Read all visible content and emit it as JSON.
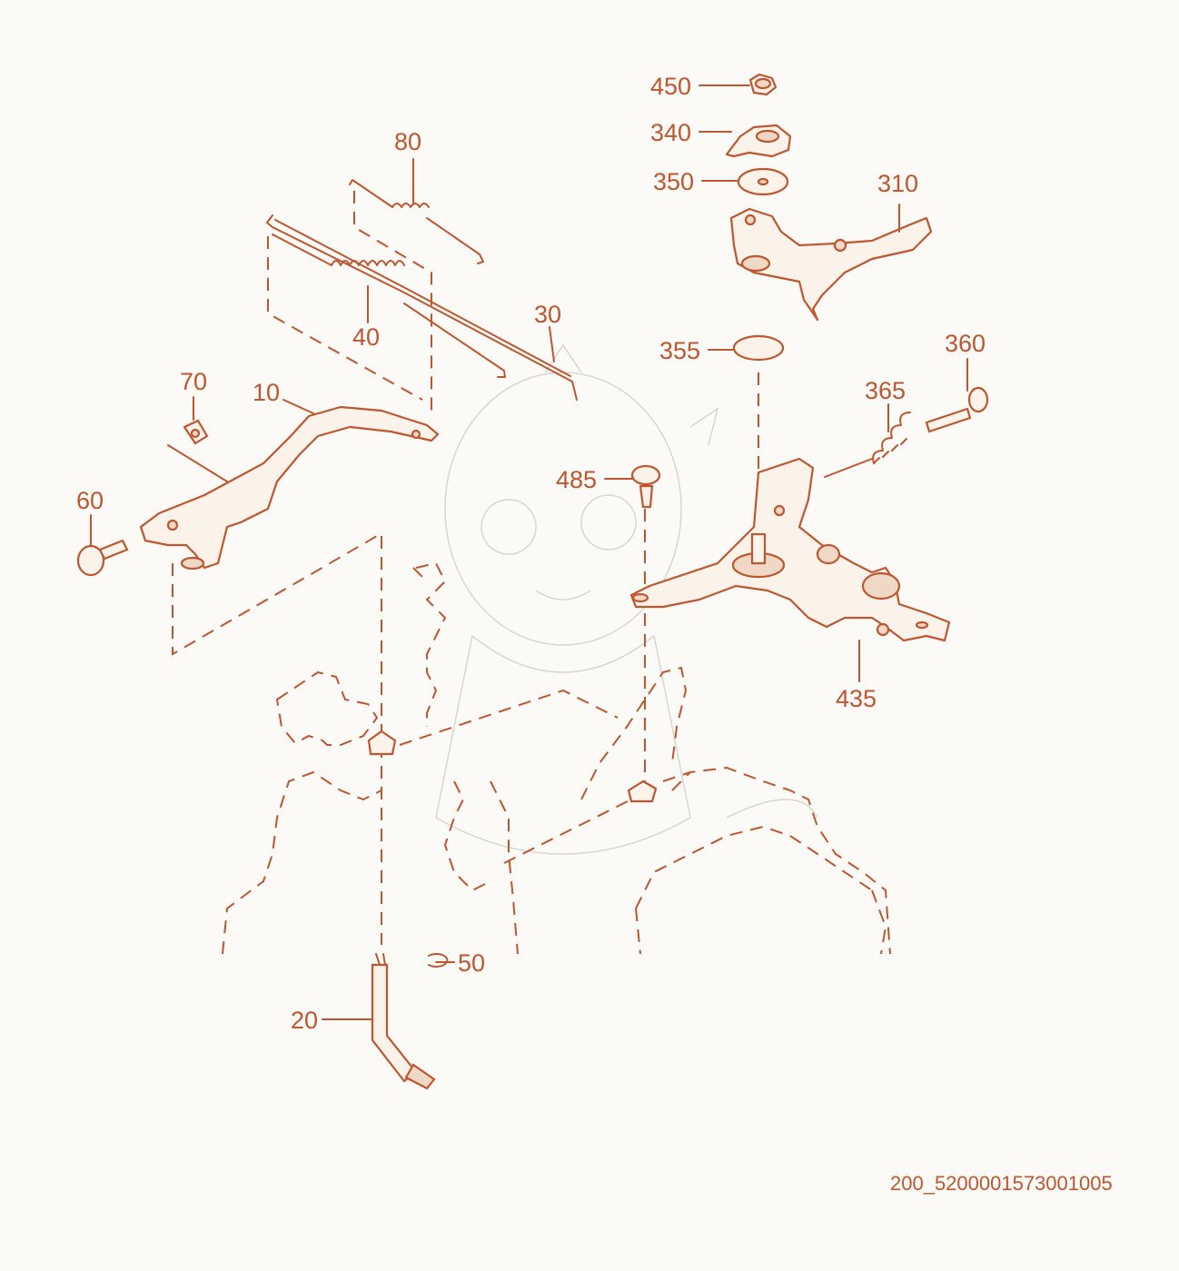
{
  "parts": [
    {
      "id": "p450",
      "label": "450"
    },
    {
      "id": "p340",
      "label": "340"
    },
    {
      "id": "p350",
      "label": "350"
    },
    {
      "id": "p310",
      "label": "310"
    },
    {
      "id": "p80",
      "label": "80"
    },
    {
      "id": "p30",
      "label": "30"
    },
    {
      "id": "p40",
      "label": "40"
    },
    {
      "id": "p355",
      "label": "355"
    },
    {
      "id": "p360",
      "label": "360"
    },
    {
      "id": "p365",
      "label": "365"
    },
    {
      "id": "p70",
      "label": "70"
    },
    {
      "id": "p10",
      "label": "10"
    },
    {
      "id": "p485",
      "label": "485"
    },
    {
      "id": "p60",
      "label": "60"
    },
    {
      "id": "p435",
      "label": "435"
    },
    {
      "id": "p50",
      "label": "50"
    },
    {
      "id": "p20",
      "label": "20"
    }
  ],
  "drawing_code": "200_5200001573001005",
  "colors": {
    "line": "#c0562f",
    "background": "#fbfaf6"
  }
}
